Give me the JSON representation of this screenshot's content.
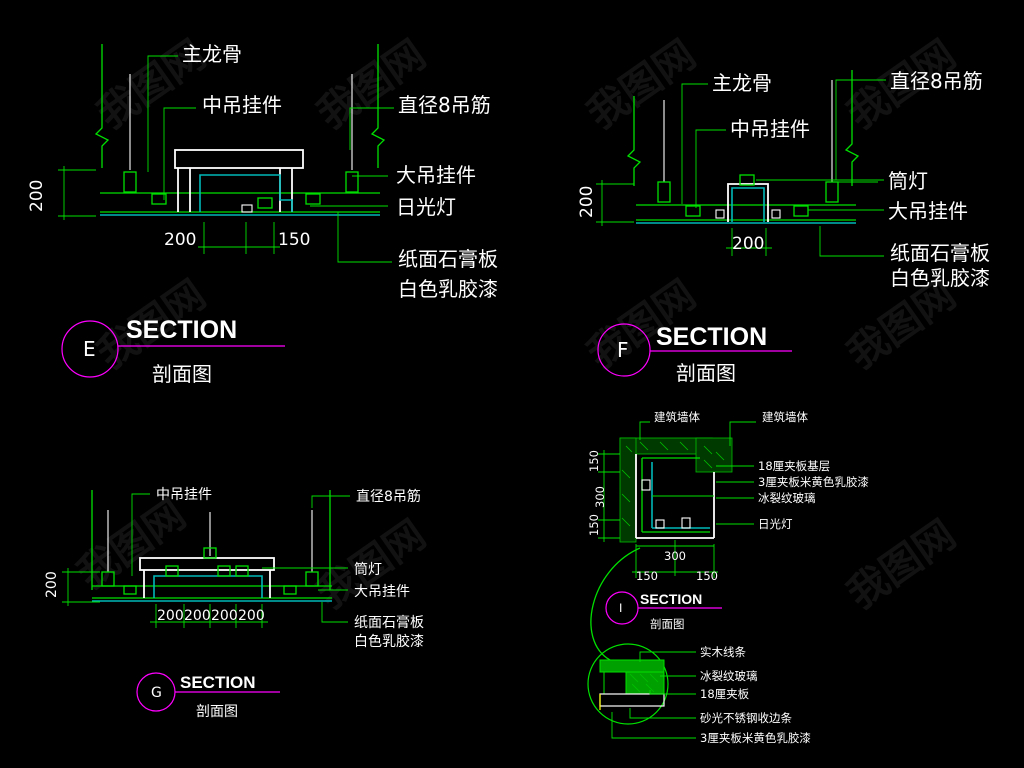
{
  "e": {
    "labels": {
      "main_keel": "主龙骨",
      "mid_hanger": "中吊挂件",
      "rod": "直径8吊筋",
      "big_hanger": "大吊挂件",
      "fluor": "日光灯",
      "board1": "纸面石膏板",
      "board2": "白色乳胶漆"
    },
    "dims": {
      "h": "200",
      "w1": "200",
      "w2": "150"
    },
    "marker": "E",
    "section": "SECTION",
    "subtitle": "剖面图"
  },
  "f": {
    "labels": {
      "main_keel": "主龙骨",
      "mid_hanger": "中吊挂件",
      "rod": "直径8吊筋",
      "downlight": "筒灯",
      "big_hanger": "大吊挂件",
      "board1": "纸面石膏板",
      "board2": "白色乳胶漆"
    },
    "dims": {
      "h": "200",
      "w": "200"
    },
    "marker": "F",
    "section": "SECTION",
    "subtitle": "剖面图"
  },
  "g": {
    "labels": {
      "mid_hanger": "中吊挂件",
      "rod": "直径8吊筋",
      "downlight": "筒灯",
      "big_hanger": "大吊挂件",
      "board1": "纸面石膏板",
      "board2": "白色乳胶漆"
    },
    "dims": {
      "h": "200",
      "w1": "200",
      "w2": "200",
      "w3": "200",
      "w4": "200"
    },
    "marker": "G",
    "section": "SECTION",
    "subtitle": "剖面图"
  },
  "i": {
    "labels": {
      "wall1": "建筑墙体",
      "wall2": "建筑墙体",
      "ply18": "18厘夹板基层",
      "ply3": "3厘夹板米黄色乳胶漆",
      "glass": "冰裂纹玻璃",
      "fluor": "日光灯"
    },
    "dims": {
      "h1": "150",
      "h2": "300",
      "h3": "150",
      "w": "300",
      "w1": "150",
      "w2": "150"
    },
    "marker": "I",
    "section": "SECTION",
    "subtitle": "剖面图",
    "detail": {
      "wood": "实木线条",
      "glass": "冰裂纹玻璃",
      "ply18": "18厘夹板",
      "steel": "砂光不锈钢收边条",
      "ply3": "3厘夹板米黄色乳胶漆"
    }
  },
  "colors": {
    "background": "#000000",
    "line_green": "#00e000",
    "text": "#ffffff",
    "marker": "#ff00ff",
    "cyan": "#00b8b8"
  }
}
